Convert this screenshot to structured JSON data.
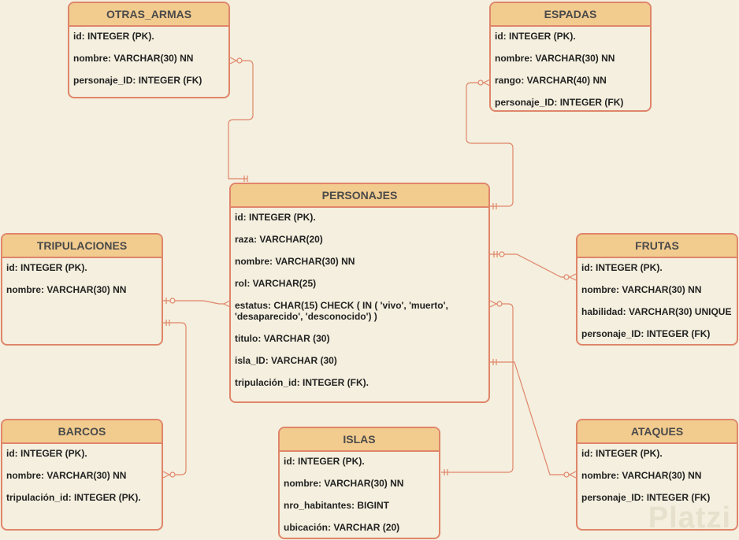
{
  "entities": {
    "otras_armas": {
      "title": "OTRAS_ARMAS",
      "fields": [
        "id: INTEGER (PK).",
        "nombre: VARCHAR(30) NN",
        "personaje_ID: INTEGER (FK)"
      ]
    },
    "espadas": {
      "title": "ESPADAS",
      "fields": [
        "id: INTEGER (PK).",
        "nombre: VARCHAR(30) NN",
        "rango: VARCHAR(40) NN",
        "personaje_ID: INTEGER (FK)"
      ]
    },
    "personajes": {
      "title": "PERSONAJES",
      "fields": [
        "id: INTEGER (PK).",
        "raza: VARCHAR(20)",
        "nombre: VARCHAR(30) NN",
        "rol: VARCHAR(25)",
        "estatus: CHAR(15) CHECK ( IN ( 'vivo', 'muerto', 'desaparecido', 'desconocido') )",
        "titulo: VARCHAR (30)",
        "isla_ID: VARCHAR (30)",
        "tripulación_id: INTEGER (FK)."
      ]
    },
    "tripulaciones": {
      "title": "TRIPULACIONES",
      "fields": [
        "id: INTEGER (PK).",
        "nombre: VARCHAR(30) NN"
      ]
    },
    "frutas": {
      "title": "FRUTAS",
      "fields": [
        "id: INTEGER (PK).",
        "nombre: VARCHAR(30) NN",
        "habilidad: VARCHAR(30) UNIQUE",
        "personaje_ID:  INTEGER (FK)"
      ]
    },
    "barcos": {
      "title": "BARCOS",
      "fields": [
        "id: INTEGER (PK).",
        "nombre: VARCHAR(30) NN",
        "tripulación_id: INTEGER (PK)."
      ]
    },
    "islas": {
      "title": "ISLAS",
      "fields": [
        "id: INTEGER (PK).",
        "nombre: VARCHAR(30) NN",
        "nro_habitantes: BIGINT",
        "ubicación: VARCHAR (20)"
      ]
    },
    "ataques": {
      "title": "ATAQUES",
      "fields": [
        "id: INTEGER (PK).",
        "nombre: VARCHAR(30) NN",
        "personaje_ID: INTEGER (FK)"
      ]
    }
  },
  "watermark": "Platzi",
  "colors": {
    "border": "#e0856a",
    "header": "#f2cc8f",
    "background": "#f4efde"
  }
}
